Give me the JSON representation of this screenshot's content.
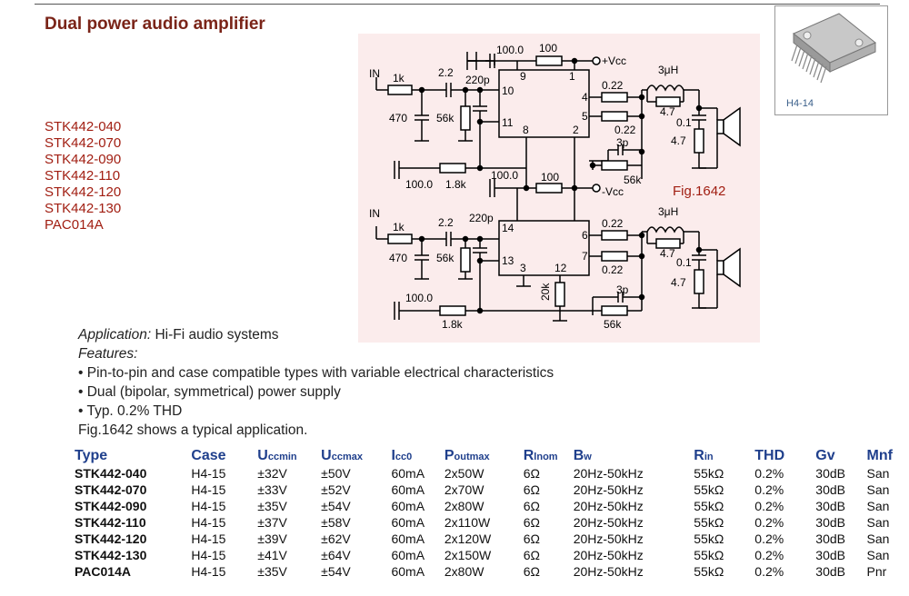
{
  "title": "Dual power audio amplifier",
  "models": [
    "STK442-040",
    "STK442-070",
    "STK442-090",
    "STK442-110",
    "STK442-120",
    "STK442-130",
    "PAC014A"
  ],
  "package_label": "H4-14",
  "schematic": {
    "fig_label": "Fig.1642",
    "vcc_pos": "+Vcc",
    "vcc_neg": "-Vcc",
    "in1": "IN",
    "in2": "IN",
    "r1k_a": "1k",
    "r1k_b": "1k",
    "c22_a": "2.2",
    "c22_b": "2.2",
    "c220p_a": "220p",
    "c220p_b": "220p",
    "c470_a": "470",
    "c470_b": "470",
    "r56k_a": "56k",
    "r56k_b": "56k",
    "c100_top_c": "100.0",
    "r100_top": "100",
    "c100_mid_l": "100.0",
    "r18k_a": "1.8k",
    "c100_mid_c": "100.0",
    "r100_mid": "100",
    "c100_bot_l": "100.0",
    "r18k_b": "1.8k",
    "pin9": "9",
    "pin1": "1",
    "pin10": "10",
    "pin4": "4",
    "pin11": "11",
    "pin5": "5",
    "pin8": "8",
    "pin2": "2",
    "pin14": "14",
    "pin6": "6",
    "pin13": "13",
    "pin7": "7",
    "pin3": "3",
    "pin12": "12",
    "r022_a1": "0.22",
    "r022_a2": "0.22",
    "r022_b1": "0.22",
    "r022_b2": "0.22",
    "l3uh_a": "3μH",
    "l3uh_b": "3μH",
    "r47_a1": "4.7",
    "r47_a2": "4.7",
    "r47_b1": "4.7",
    "r47_b2": "4.7",
    "c01_a": "0.1",
    "c01_b": "0.1",
    "c3p_a": "3p",
    "c3p_b": "3p",
    "r56k_fb_a": "56k",
    "r56k_fb_b": "56k",
    "r20k": "20k"
  },
  "desc": {
    "app_label": "Application:",
    "app_text": " Hi-Fi audio systems",
    "features_label": "Features:",
    "f1": "• Pin-to-pin and case compatible types with variable electrical characteristics",
    "f2": "• Dual (bipolar, symmetrical) power supply",
    "f3": "• Typ. 0.2% THD",
    "fig_note": "Fig.1642 shows a typical application."
  },
  "table": {
    "headers": [
      {
        "main": "Type",
        "sub": ""
      },
      {
        "main": "Case",
        "sub": ""
      },
      {
        "main": "U",
        "sub": "ccmin"
      },
      {
        "main": "U",
        "sub": "ccmax"
      },
      {
        "main": "I",
        "sub": "cc0"
      },
      {
        "main": "P",
        "sub": "outmax"
      },
      {
        "main": "R",
        "sub": "lnom"
      },
      {
        "main": "B",
        "sub": "w"
      },
      {
        "main": "R",
        "sub": "in"
      },
      {
        "main": "THD",
        "sub": ""
      },
      {
        "main": "Gv",
        "sub": ""
      },
      {
        "main": "Mnf",
        "sub": ""
      }
    ],
    "rows": [
      [
        "STK442-040",
        "H4-15",
        "±32V",
        "±50V",
        "60mA",
        "2x50W",
        "6Ω",
        "20Hz-50kHz",
        "55kΩ",
        "0.2%",
        "30dB",
        "San"
      ],
      [
        "STK442-070",
        "H4-15",
        "±33V",
        "±52V",
        "60mA",
        "2x70W",
        "6Ω",
        "20Hz-50kHz",
        "55kΩ",
        "0.2%",
        "30dB",
        "San"
      ],
      [
        "STK442-090",
        "H4-15",
        "±35V",
        "±54V",
        "60mA",
        "2x80W",
        "6Ω",
        "20Hz-50kHz",
        "55kΩ",
        "0.2%",
        "30dB",
        "San"
      ],
      [
        "STK442-110",
        "H4-15",
        "±37V",
        "±58V",
        "60mA",
        "2x110W",
        "6Ω",
        "20Hz-50kHz",
        "55kΩ",
        "0.2%",
        "30dB",
        "San"
      ],
      [
        "STK442-120",
        "H4-15",
        "±39V",
        "±62V",
        "60mA",
        "2x120W",
        "6Ω",
        "20Hz-50kHz",
        "55kΩ",
        "0.2%",
        "30dB",
        "San"
      ],
      [
        "STK442-130",
        "H4-15",
        "±41V",
        "±64V",
        "60mA",
        "2x150W",
        "6Ω",
        "20Hz-50kHz",
        "55kΩ",
        "0.2%",
        "30dB",
        "San"
      ],
      [
        "PAC014A",
        "H4-15",
        "±35V",
        "±54V",
        "60mA",
        "2x80W",
        "6Ω",
        "20Hz-50kHz",
        "55kΩ",
        "0.2%",
        "30dB",
        "Pnr"
      ]
    ]
  }
}
